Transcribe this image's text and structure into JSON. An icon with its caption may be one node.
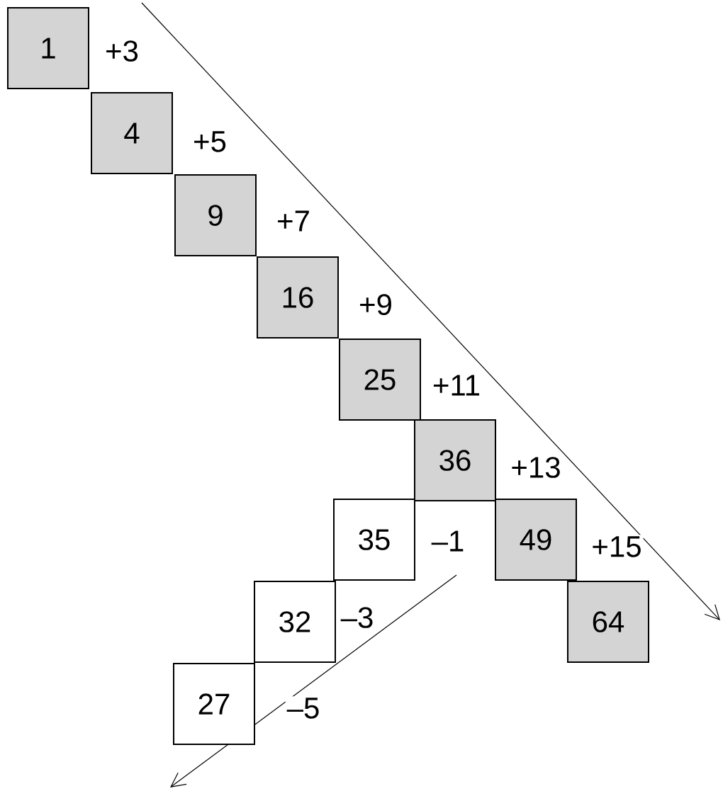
{
  "diagram": {
    "nodes": [
      {
        "text": [
          "1"
        ]
      },
      {
        "text": [
          "4"
        ]
      },
      {
        "text": [
          "9"
        ]
      },
      {
        "text": [
          "16"
        ]
      },
      {
        "text": [
          "25"
        ]
      },
      {
        "text": [
          "36"
        ]
      },
      {
        "text": [
          "35"
        ]
      },
      {
        "text": [
          "49"
        ]
      },
      {
        "text": [
          "64"
        ]
      },
      {
        "text": [
          "32"
        ]
      },
      {
        "text": [
          "27"
        ]
      }
    ],
    "edges": [],
    "labels": [
      "+3",
      "+5",
      "+7",
      "+9",
      "+11",
      "+13",
      "–1",
      "+15",
      "–3",
      "–5"
    ]
  }
}
